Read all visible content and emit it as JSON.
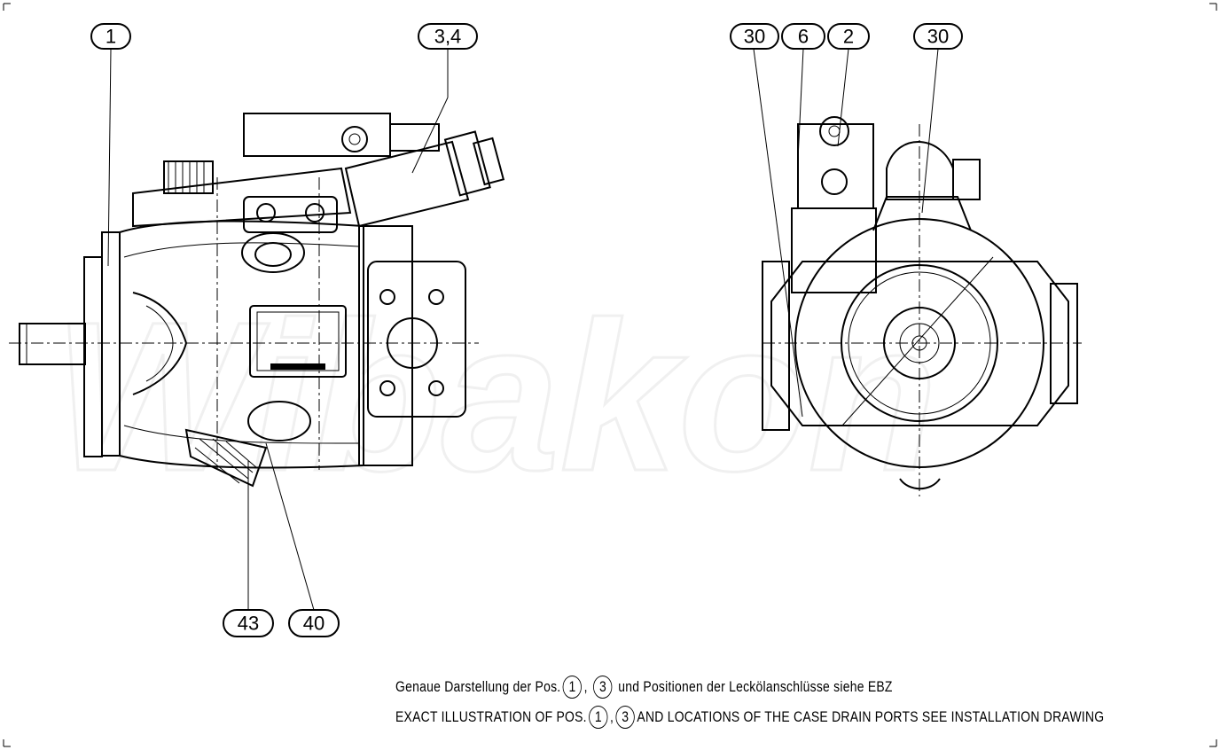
{
  "drawing": {
    "watermark": "Wibakon",
    "callouts_left_view": [
      {
        "id": "callout-1",
        "label": "1"
      },
      {
        "id": "callout-3-4",
        "label": "3,4"
      },
      {
        "id": "callout-43",
        "label": "43"
      },
      {
        "id": "callout-40",
        "label": "40"
      }
    ],
    "callouts_right_view": [
      {
        "id": "callout-30-left",
        "label": "30"
      },
      {
        "id": "callout-6",
        "label": "6"
      },
      {
        "id": "callout-2",
        "label": "2"
      },
      {
        "id": "callout-30-right",
        "label": "30"
      }
    ]
  },
  "notes": {
    "german": {
      "before": "Genaue Darstellung der Pos.",
      "ref1": "1",
      "sep": ",",
      "ref2": "3",
      "after": "und Positionen der Leckölanschlüsse siehe EBZ"
    },
    "english": {
      "before": "EXACT ILLUSTRATION OF POS.",
      "ref1": "1",
      "sep": ",",
      "ref2": "3",
      "after": "AND LOCATIONS OF THE CASE DRAIN PORTS SEE INSTALLATION DRAWING"
    }
  }
}
